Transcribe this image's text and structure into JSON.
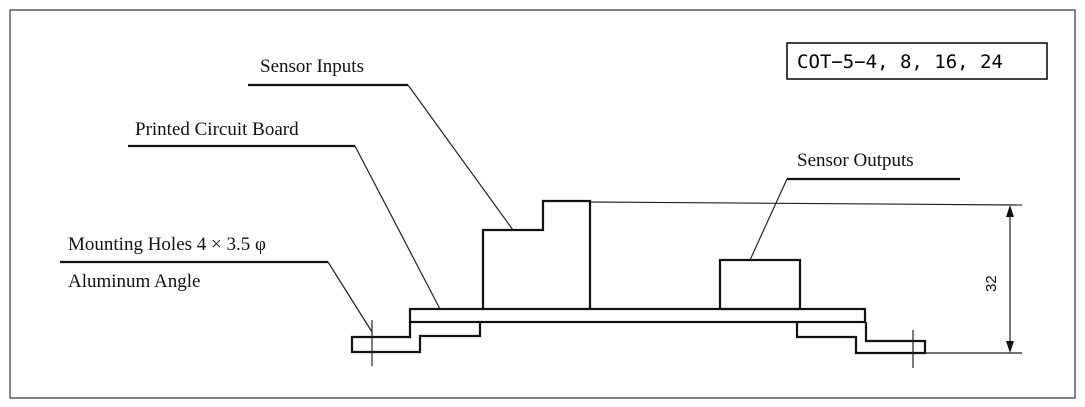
{
  "model_label": "COT−5−4, 8, 16, 24",
  "labels": {
    "sensor_inputs": "Sensor Inputs",
    "printed_circuit_board": "Printed Circuit Board",
    "sensor_outputs": "Sensor Outputs",
    "mounting_holes": "Mounting Holes 4 × 3.5 φ",
    "aluminum_angle": "Aluminum Angle"
  },
  "dimension": "32"
}
